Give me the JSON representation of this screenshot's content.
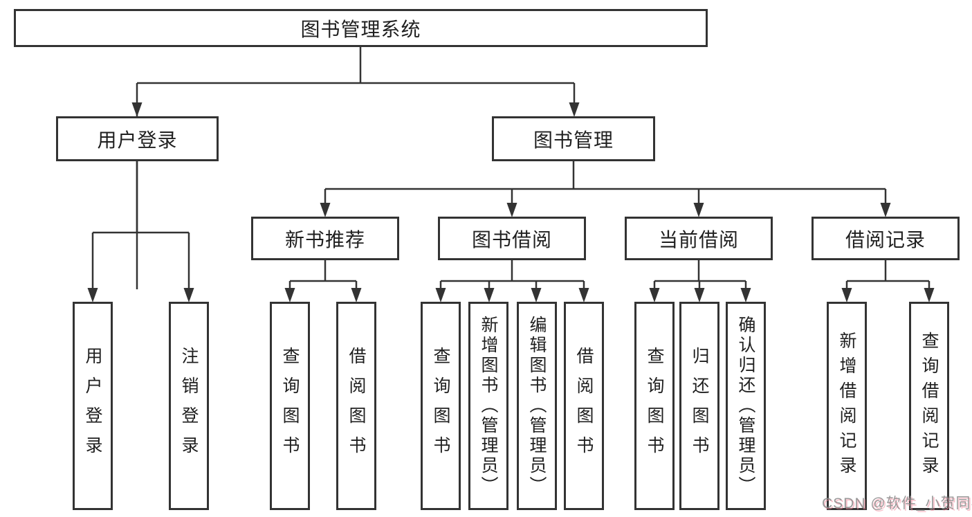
{
  "diagram_title": "图书管理系统",
  "tree": {
    "root": {
      "label": "图书管理系统",
      "children": [
        {
          "label": "用户登录",
          "children": [
            {
              "label": "用户登录"
            },
            {
              "label": "注销登录"
            }
          ]
        },
        {
          "label": "图书管理",
          "children": [
            {
              "label": "新书推荐",
              "children": [
                {
                  "label": "查询图书"
                },
                {
                  "label": "借阅图书"
                }
              ]
            },
            {
              "label": "图书借阅",
              "children": [
                {
                  "label": "查询图书"
                },
                {
                  "label": "新增图书（管理员）"
                },
                {
                  "label": "编辑图书（管理员）"
                },
                {
                  "label": "借阅图书"
                }
              ]
            },
            {
              "label": "当前借阅",
              "children": [
                {
                  "label": "查询图书"
                },
                {
                  "label": "归还图书"
                },
                {
                  "label": "确认归还（管理员）"
                }
              ]
            },
            {
              "label": "借阅记录",
              "children": [
                {
                  "label": "新增借阅记录"
                },
                {
                  "label": "查询借阅记录"
                }
              ]
            }
          ]
        }
      ]
    }
  },
  "watermark": {
    "text": "CSDN @软件_小贺同学"
  },
  "colors": {
    "line": "#333333",
    "box_border": "#333333",
    "text": "#1f1f1f",
    "background": "#ffffff",
    "watermark_gray": "#8c8c8c",
    "watermark_shadow_pink": "#f38c9e"
  }
}
